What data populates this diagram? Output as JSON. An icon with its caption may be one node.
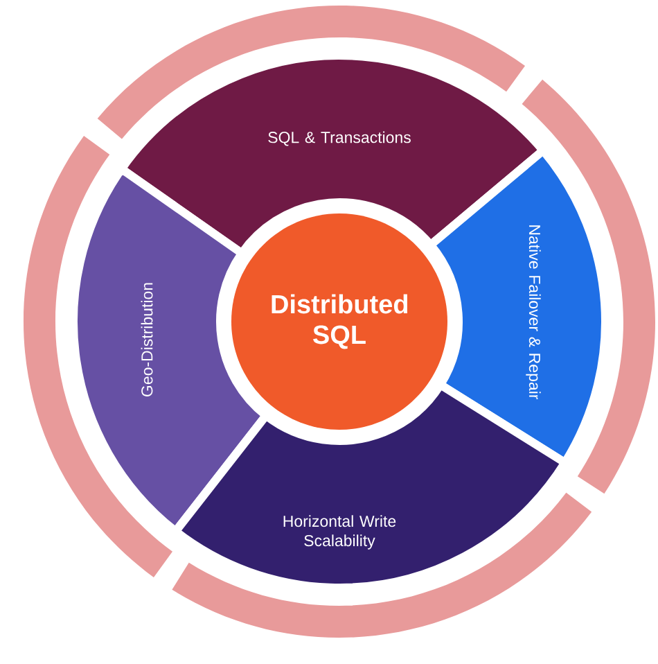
{
  "diagram": {
    "nodes": [
      {
        "text": [
          "Distributed SQL"
        ]
      },
      {
        "text": [
          "SQL & Transactions"
        ]
      },
      {
        "text": [
          "Geo-Distribution"
        ]
      },
      {
        "text": [
          "Native Failover & Repair"
        ]
      },
      {
        "text": [
          "Horizontal Write Scalability"
        ]
      },
      {
        "text": [],
        "shape": "arc"
      },
      {
        "text": [],
        "shape": "arc"
      },
      {
        "text": [],
        "shape": "arc"
      },
      {
        "text": [],
        "shape": "arc"
      }
    ]
  }
}
